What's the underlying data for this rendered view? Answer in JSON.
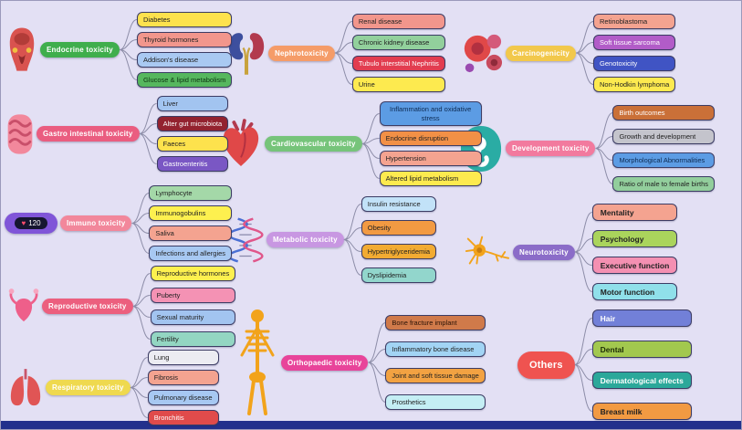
{
  "canvas": {
    "background": "#e3e0f4",
    "footer_bar_color": "#22308c",
    "connector_color": "#8d8da8",
    "item_border_color": "#3c3c64"
  },
  "icons": {
    "fitness_band": {
      "heart": "♥",
      "value": "120"
    }
  },
  "groups": [
    {
      "id": "endocrine",
      "topic": "Endocrine toxicity",
      "color": "#3fae4c",
      "fg": "#ffffff",
      "items": [
        {
          "label": "Diabetes",
          "bg": "#fde24d",
          "fg": "#222222"
        },
        {
          "label": "Thyroid hormones",
          "bg": "#f2968c",
          "fg": "#222222"
        },
        {
          "label": "Addison's disease",
          "bg": "#a9c9f2",
          "fg": "#222222"
        },
        {
          "label": "Glucose & lipid metabolism",
          "bg": "#56b75e",
          "fg": "#0e3512"
        }
      ]
    },
    {
      "id": "gastro-intestinal",
      "topic": "Gastro intestinal toxicity",
      "color": "#ea5d80",
      "fg": "#ffffff",
      "items": [
        {
          "label": "Liver",
          "bg": "#a2c4f0",
          "fg": "#222222"
        },
        {
          "label": "Alter gut microbiota",
          "bg": "#93222f",
          "fg": "#ffffff"
        },
        {
          "label": "Faeces",
          "bg": "#fde24d",
          "fg": "#222222"
        },
        {
          "label": "Gastroenteritis",
          "bg": "#7a57c4",
          "fg": "#ffffff"
        }
      ]
    },
    {
      "id": "immuno",
      "topic": "Immuno toxicity",
      "color": "#f2879b",
      "fg": "#ffffff",
      "items": [
        {
          "label": "Lymphocyte",
          "bg": "#a4d8a8",
          "fg": "#222222"
        },
        {
          "label": "Immunogobulins",
          "bg": "#fdf04f",
          "fg": "#222222"
        },
        {
          "label": "Saliva",
          "bg": "#f4a390",
          "fg": "#222222"
        },
        {
          "label": "Infections and allergies",
          "bg": "#a7c8f2",
          "fg": "#222222"
        }
      ]
    },
    {
      "id": "reproductive",
      "topic": "Reproductive toxicity",
      "color": "#ec5f7e",
      "fg": "#ffffff",
      "items": [
        {
          "label": "Reproductive hormones",
          "bg": "#fdf04f",
          "fg": "#222222"
        },
        {
          "label": "Puberty",
          "bg": "#f492b4",
          "fg": "#222222"
        },
        {
          "label": "Sexual maturity",
          "bg": "#a2c4f0",
          "fg": "#222222"
        },
        {
          "label": "Fertility",
          "bg": "#93d6c2",
          "fg": "#222222"
        }
      ]
    },
    {
      "id": "respiratory",
      "topic": "Respiratory toxicity",
      "color": "#efd94f",
      "fg": "#ffffff",
      "items": [
        {
          "label": "Lung",
          "bg": "#ececf2",
          "fg": "#222222"
        },
        {
          "label": "Fibrosis",
          "bg": "#f4a390",
          "fg": "#222222"
        },
        {
          "label": "Pulmonary disease",
          "bg": "#a7c8f2",
          "fg": "#222222"
        },
        {
          "label": "Bronchitis",
          "bg": "#e04b4b",
          "fg": "#ffffff"
        }
      ]
    },
    {
      "id": "nephrotoxicity",
      "topic": "Nephrotoxicity",
      "color": "#f59c68",
      "fg": "#ffffff",
      "items": [
        {
          "label": "Renal disease",
          "bg": "#f2968c",
          "fg": "#222222"
        },
        {
          "label": "Chronic kidney disease",
          "bg": "#92d09c",
          "fg": "#222222"
        },
        {
          "label": "Tubulo interstitial Nephritis",
          "bg": "#e23d50",
          "fg": "#ffffff"
        },
        {
          "label": "Urine",
          "bg": "#fdea4f",
          "fg": "#222222"
        }
      ]
    },
    {
      "id": "cardiovascular",
      "topic": "Cardiovascular toxicity",
      "color": "#76c47a",
      "fg": "#ffffff",
      "items": [
        {
          "label": "Inflammation and oxidative stress",
          "bg": "#5c9ce4",
          "fg": "#0d2a52",
          "wrap": true,
          "width": 112
        },
        {
          "label": "Endocrine disruption",
          "bg": "#f29046",
          "fg": "#222222"
        },
        {
          "label": "Hypertension",
          "bg": "#f4a390",
          "fg": "#222222"
        },
        {
          "label": "Altered lipid metabolism",
          "bg": "#fdea4f",
          "fg": "#222222"
        }
      ]
    },
    {
      "id": "metabolic",
      "topic": "Metabolic toxicity",
      "color": "#c897e2",
      "fg": "#ffffff",
      "items": [
        {
          "label": "Insulin resistance",
          "bg": "#c2e2f8",
          "fg": "#222222"
        },
        {
          "label": "Obesity",
          "bg": "#f29a42",
          "fg": "#222222"
        },
        {
          "label": "Hypertriglyceridemia",
          "bg": "#f2ab32",
          "fg": "#222222"
        },
        {
          "label": "Dyslipidemia",
          "bg": "#92d6cc",
          "fg": "#222222"
        }
      ]
    },
    {
      "id": "orthopaedic",
      "topic": "Orthopaedic toxicity",
      "color": "#e8449a",
      "fg": "#ffffff",
      "items": [
        {
          "label": "Bone fracture implant",
          "bg": "#d07a4a",
          "fg": "#2a1206"
        },
        {
          "label": "Inflammatory bone disease",
          "bg": "#a2d4f4",
          "fg": "#222222"
        },
        {
          "label": "Joint and soft tissue damage",
          "bg": "#f2a242",
          "fg": "#222222"
        },
        {
          "label": "Prosthetics",
          "bg": "#c4eef4",
          "fg": "#222222"
        }
      ]
    },
    {
      "id": "carcinogenicity",
      "topic": "Carcinogenicity",
      "color": "#f2c84b",
      "fg": "#ffffff",
      "items": [
        {
          "label": "Retinoblastoma",
          "bg": "#f4a390",
          "fg": "#222222"
        },
        {
          "label": "Soft tissue sarcoma",
          "bg": "#b25cc8",
          "fg": "#ffffff"
        },
        {
          "label": "Genotoxicity",
          "bg": "#4054c4",
          "fg": "#ffffff"
        },
        {
          "label": "Non-Hodkin lymphoma",
          "bg": "#fdea4f",
          "fg": "#222222"
        }
      ]
    },
    {
      "id": "development",
      "topic": "Development toxicity",
      "color": "#f27a9e",
      "fg": "#ffffff",
      "items": [
        {
          "label": "Birth outcomes",
          "bg": "#ca7038",
          "fg": "#ffffff"
        },
        {
          "label": "Growth and development",
          "bg": "#c4c4cc",
          "fg": "#222222"
        },
        {
          "label": "Morphological Abnormalities",
          "bg": "#5c9ce4",
          "fg": "#0d2a52"
        },
        {
          "label": "Ratio of male to female births",
          "bg": "#92ce9c",
          "fg": "#222222"
        }
      ]
    },
    {
      "id": "neurotoxicity",
      "topic": "Neurotoxicity",
      "color": "#8b6cc8",
      "fg": "#ffffff",
      "item_style": "bold",
      "items": [
        {
          "label": "Mentality",
          "bg": "#f4a390",
          "fg": "#222222"
        },
        {
          "label": "Psychology",
          "bg": "#aad45c",
          "fg": "#222222"
        },
        {
          "label": "Executive function",
          "bg": "#f490b2",
          "fg": "#222222"
        },
        {
          "label": "Motor function",
          "bg": "#90e0ea",
          "fg": "#222222"
        }
      ]
    },
    {
      "id": "others",
      "topic": "Others",
      "color": "#ef5350",
      "fg": "#ffffff",
      "item_style": "bold",
      "items": [
        {
          "label": "Hair",
          "bg": "#7280d8",
          "fg": "#ffffff"
        },
        {
          "label": "Dental",
          "bg": "#a2c84e",
          "fg": "#1c2a06"
        },
        {
          "label": "Dermatological effects",
          "bg": "#2ba89a",
          "fg": "#ffffff"
        },
        {
          "label": "Breast milk",
          "bg": "#f29a42",
          "fg": "#222222"
        }
      ]
    }
  ]
}
